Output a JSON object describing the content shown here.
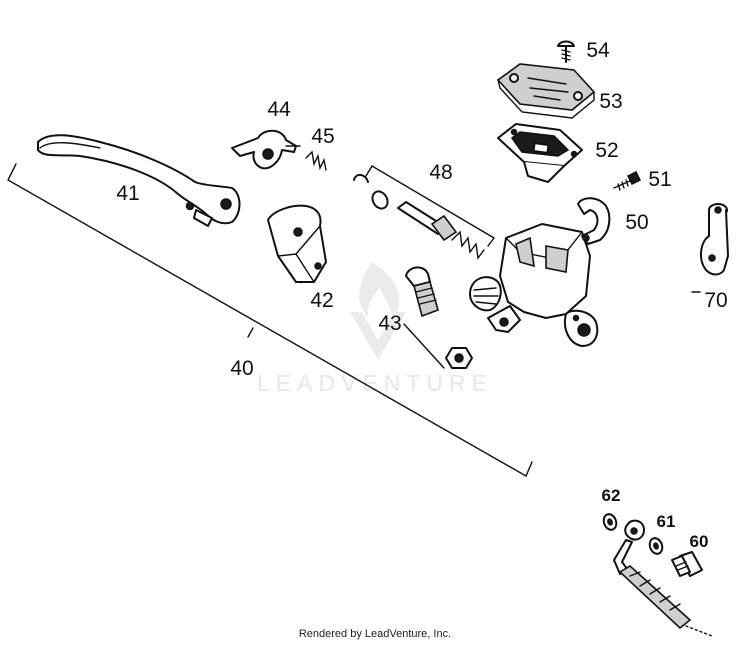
{
  "callouts": {
    "p40": "40",
    "p41": "41",
    "p42": "42",
    "p43": "43",
    "p44": "44",
    "p45": "45",
    "p48": "48",
    "p50": "50",
    "p51": "51",
    "p52": "52",
    "p53": "53",
    "p54": "54",
    "p60": "60",
    "p61": "61",
    "p62": "62",
    "p70": "70"
  },
  "watermark": {
    "text": "LEADVENTURE"
  },
  "footer": {
    "text": "Rendered by LeadVenture, Inc."
  }
}
